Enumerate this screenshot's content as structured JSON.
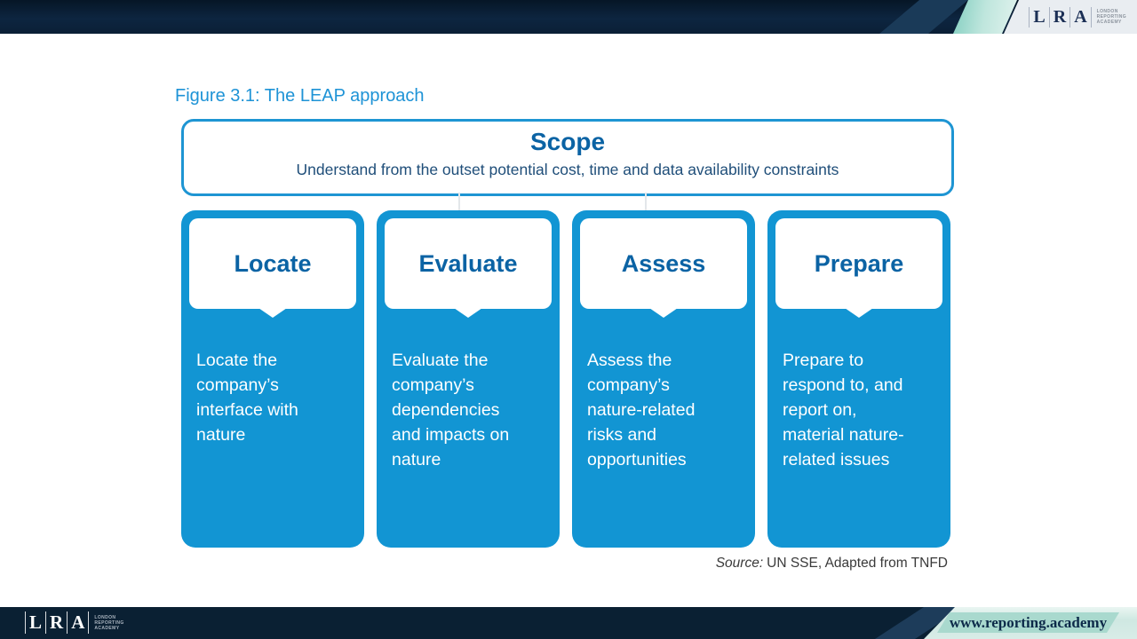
{
  "brand": {
    "l": "L",
    "r": "R",
    "a": "A",
    "org_line1": "LONDON",
    "org_line2": "REPORTING",
    "org_line3": "ACADEMY"
  },
  "figure": {
    "title": "Figure 3.1: The LEAP approach",
    "scope_title": "Scope",
    "scope_subtitle": "Understand from the outset potential cost, time and data availability constraints",
    "cards": [
      {
        "heading": "Locate",
        "body": "Locate the company’s interface with nature"
      },
      {
        "heading": "Evaluate",
        "body": "Evaluate the company’s dependencies and impacts on nature"
      },
      {
        "heading": "Assess",
        "body": "Assess the company’s nature-related risks and opportunities"
      },
      {
        "heading": "Prepare",
        "body": "Prepare to respond to, and report on, material nature-related issues"
      }
    ],
    "source_label": "Source:",
    "source_text": "UN SSE, Adapted from TNFD"
  },
  "footer": {
    "website": "www.reporting.academy"
  },
  "colors": {
    "card_blue": "#1295d3",
    "heading_blue": "#0b63a4",
    "title_blue": "#1e93d6",
    "subtitle_navy": "#1f4e79",
    "header_navy": "#0a2136",
    "mint_band": "#a9d9ce"
  }
}
